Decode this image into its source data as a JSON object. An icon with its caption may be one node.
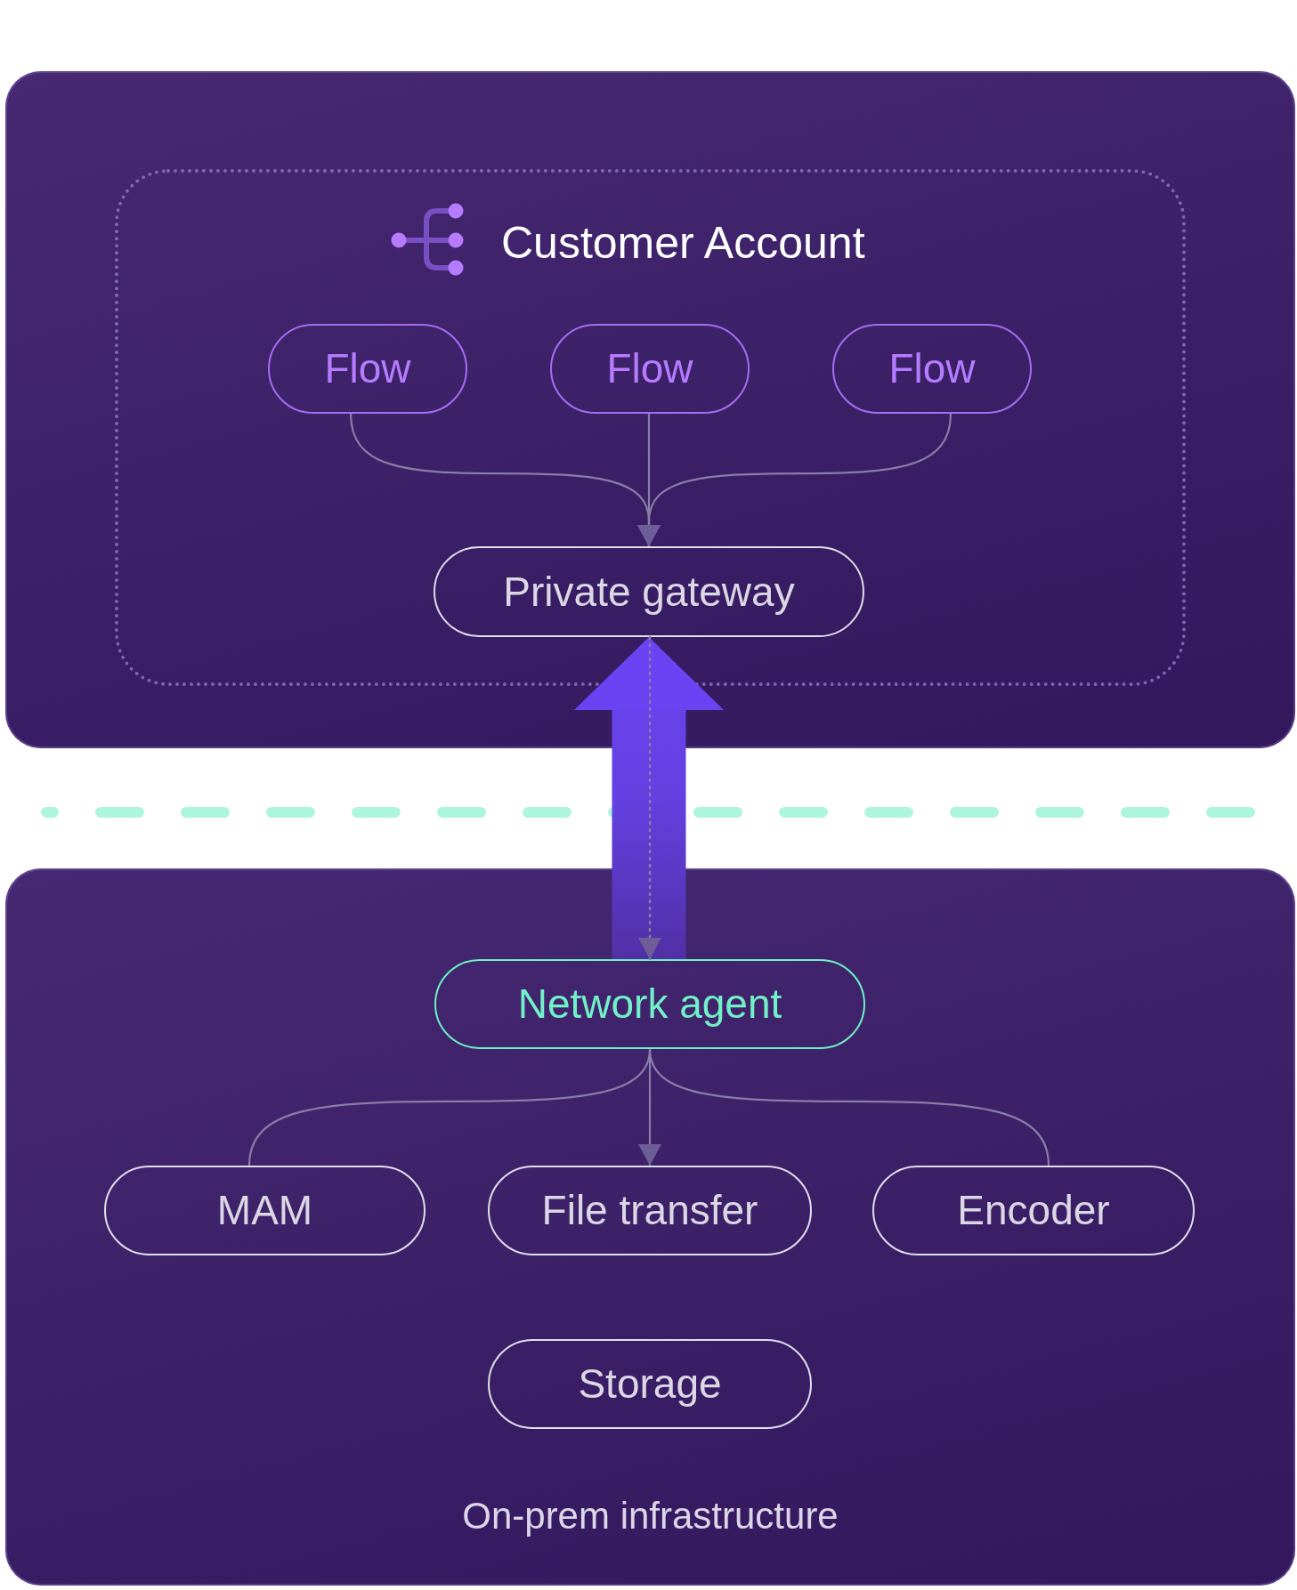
{
  "diagram": {
    "nodes": [
      {
        "text": [],
        "shape": "box"
      },
      {
        "text": [
          "Customer Account"
        ],
        "in": 0
      },
      {
        "text": [
          "Flow"
        ],
        "in": 1
      },
      {
        "text": [
          "Flow"
        ],
        "in": 1
      },
      {
        "text": [
          "Flow"
        ],
        "in": 1
      },
      {
        "text": [
          "Private gateway"
        ],
        "in": 1
      },
      {
        "text": [
          "On-prem infrastructure"
        ]
      },
      {
        "text": [
          "Network agent"
        ],
        "in": 6
      },
      {
        "text": [
          "MAM"
        ],
        "in": 6
      },
      {
        "text": [
          "File transfer"
        ],
        "in": 6
      },
      {
        "text": [
          "Encoder"
        ],
        "in": 6
      },
      {
        "text": [
          "Storage"
        ],
        "in": 6
      }
    ],
    "edges": [
      {
        "from": 2,
        "to": 5,
        "arrow": "to"
      },
      {
        "from": 3,
        "to": 5,
        "arrow": "to"
      },
      {
        "from": 4,
        "to": 5,
        "arrow": "to"
      },
      {
        "from": 7,
        "to": 5,
        "arrow": "to",
        "style": "thick",
        "color": "#6a44f2"
      },
      {
        "from": 5,
        "to": 7,
        "arrow": "to",
        "style": "dashed"
      },
      {
        "from": 7,
        "to": 8,
        "arrow": "none"
      },
      {
        "from": 7,
        "to": 9,
        "arrow": "to"
      },
      {
        "from": 7,
        "to": 10,
        "arrow": "none"
      }
    ]
  }
}
